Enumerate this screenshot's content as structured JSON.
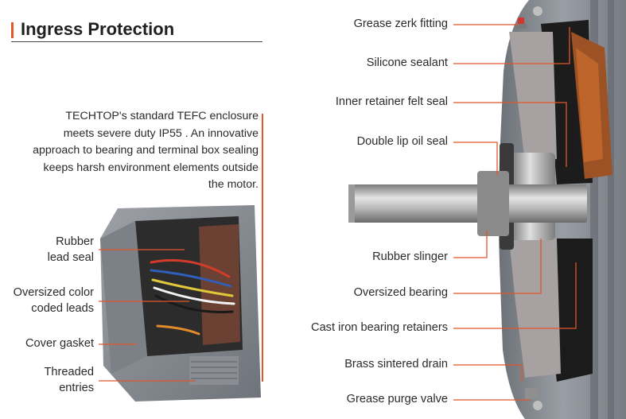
{
  "title": "Ingress Protection",
  "intro": "TECHTOP's standard TEFC enclosure meets severe duty IP55 . An innovative approach to bearing and terminal box sealing keeps harsh environment elements outside the motor.",
  "left_labels": [
    {
      "l1": "Rubber",
      "l2": "lead seal"
    },
    {
      "l1": "Oversized color",
      "l2": "coded leads"
    },
    {
      "l1": "Cover gasket",
      "l2": ""
    },
    {
      "l1": "Threaded",
      "l2": "entries"
    }
  ],
  "right_labels": [
    "Grease zerk fitting",
    "Silicone sealant",
    "Inner retainer felt seal",
    "Double lip oil seal",
    "Rubber slinger",
    "Oversized bearing",
    "Cast iron bearing retainers",
    "Brass sintered drain",
    "Grease purge valve"
  ],
  "colors": {
    "accent": "#e2562a",
    "housing": "#8b8f96",
    "shaft": "#b8b8b8"
  }
}
